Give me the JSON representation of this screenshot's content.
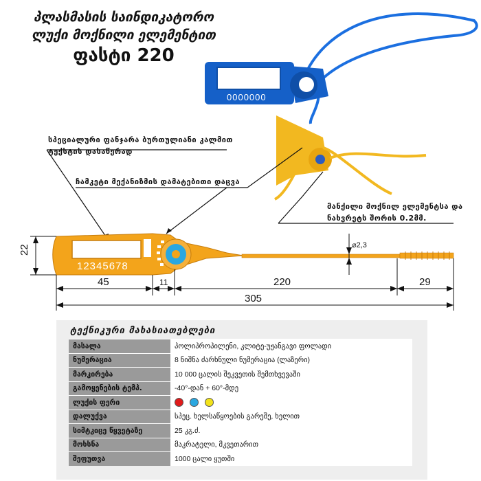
{
  "header": {
    "line1": "პლასმასის საინდიკატორო",
    "line2": "ლუქი მოქნილი ელემენტით",
    "line3": "ფასტი 220"
  },
  "product": {
    "blue_seal_number": "0000000",
    "orange_seal_number": "12345678",
    "colors": {
      "blue": "#1560c8",
      "orange": "#f3a41b",
      "yellow": "#f2b820"
    }
  },
  "callouts": {
    "pen_area": "სპეციალური ფანჯარა ბურთულიანი კალმით ტექსტის დასაწერად",
    "lock": "ჩამკეტი მექანიზმის დამატებითი დაცვა",
    "cable": "მანქილი მოქნილ ელემენტსა და ნახვრეტს შორის 0.2მმ."
  },
  "dimensions": {
    "height": "22",
    "diameter": "⌀2,3",
    "body": "45",
    "neck": "11",
    "tail": "220",
    "tip": "29",
    "total": "305"
  },
  "specs": {
    "title": "ტექნიკური მახასიათებლები",
    "rows": [
      {
        "key": "მასალა",
        "value": "პოლიპროპილენი, კლიტე-უჟანგავი ფოლადი"
      },
      {
        "key": "ნუმერაცია",
        "value": "8 ნიშნა ძარხნული ნუმერაცია (ლაზერი)"
      },
      {
        "key": "მარკირება",
        "value": "10 000 ცალის შეკვეთის შემთხვევაში"
      },
      {
        "key": "გამოყენების ტემპ.",
        "value": "-40°-დან + 60°-მდე"
      },
      {
        "key": "ლუქის ფერი",
        "value": ""
      },
      {
        "key": "დალუქვა",
        "value": "სპეც. ხელსაწყოების გარეშე, ხელით"
      },
      {
        "key": "სიმტკიცე წყვეტაზე",
        "value": "25 კგ.ძ."
      },
      {
        "key": "მოხსნა",
        "value": "მაკრატელი, მკვეთარით"
      },
      {
        "key": "შეფუთვა",
        "value": "1000 ცალი ყუთში"
      }
    ],
    "color_dots": [
      "#e01b1b",
      "#2aa7e0",
      "#f2e21a"
    ]
  }
}
